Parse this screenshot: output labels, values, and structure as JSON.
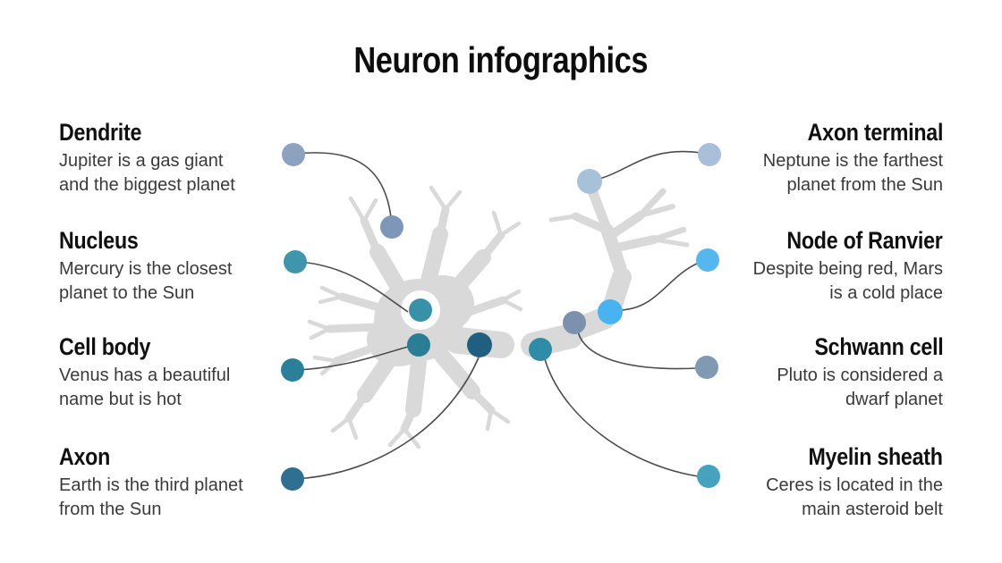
{
  "title": "Neuron infographics",
  "items": {
    "left": [
      {
        "label": "Dendrite",
        "desc": [
          "Jupiter is a gas giant",
          "and the biggest planet"
        ],
        "dot_color": "#8da2bf",
        "marker_color": "#7e96b8"
      },
      {
        "label": "Nucleus",
        "desc": [
          "Mercury is the closest",
          "planet to the Sun"
        ],
        "dot_color": "#3e95ac",
        "marker_color": "#3991a8"
      },
      {
        "label": "Cell body",
        "desc": [
          "Venus has a beautiful",
          "name but is hot"
        ],
        "dot_color": "#2c7f99",
        "marker_color": "#2a7d94"
      },
      {
        "label": "Axon",
        "desc": [
          "Earth is the third planet",
          "from the Sun"
        ],
        "dot_color": "#2f7092",
        "marker_color": "#215f80"
      }
    ],
    "right": [
      {
        "label": "Axon terminal",
        "desc": [
          "Neptune is the farthest",
          "planet from the Sun"
        ],
        "dot_color": "#a9bed8",
        "marker_color": "#a6c1d8"
      },
      {
        "label": "Node of Ranvier",
        "desc": [
          "Despite being red, Mars",
          "is a cold place"
        ],
        "dot_color": "#55b7ee",
        "marker_color": "#49b3f1"
      },
      {
        "label": "Schwann cell",
        "desc": [
          "Pluto is considered a",
          "dwarf planet"
        ],
        "dot_color": "#8299b3",
        "marker_color": "#7b91ad"
      },
      {
        "label": "Myelin sheath",
        "desc": [
          "Ceres is located in the",
          "main asteroid belt"
        ],
        "dot_color": "#47a2c0",
        "marker_color": "#2f8ba6"
      }
    ]
  },
  "diagram": {
    "neuron_color": "#d9d9d9",
    "connector_color": "#4d4d4d",
    "nucleus_ring_color": "#ffffff"
  }
}
